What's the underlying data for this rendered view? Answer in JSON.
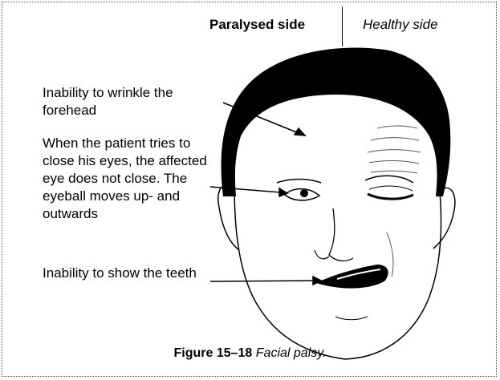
{
  "header": {
    "paralysed_side": "Paralysed side",
    "healthy_side": "Healthy side"
  },
  "labels": {
    "forehead": "Inability to wrinkle the forehead",
    "eye": "When the patient tries to close his eyes, the affected eye does not close. The eyeball moves up- and outwards",
    "teeth": "Inability to show the teeth"
  },
  "caption": {
    "figure": "Figure 15–18",
    "title": "Facial palsy."
  }
}
